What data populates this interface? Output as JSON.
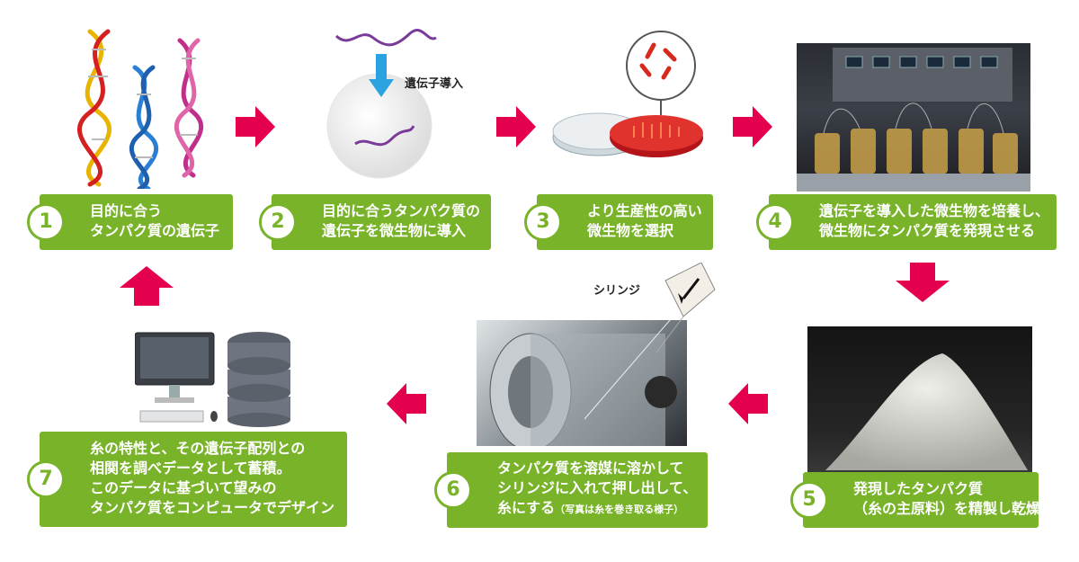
{
  "colors": {
    "step_box": "#79b32a",
    "arrow": "#e4004f",
    "number_text": "#79b32a"
  },
  "steps": [
    {
      "num": "1",
      "lines": [
        "目的に合う",
        "タンパク質の遺伝子"
      ]
    },
    {
      "num": "2",
      "lines": [
        "目的に合うタンパク質の",
        "遺伝子を微生物に導入"
      ]
    },
    {
      "num": "3",
      "lines": [
        "より生産性の高い",
        "微生物を選択"
      ]
    },
    {
      "num": "4",
      "lines": [
        "遺伝子を導入した微生物を培養し、",
        "微生物にタンパク質を発現させる"
      ]
    },
    {
      "num": "5",
      "lines": [
        "発現したタンパク質",
        "（糸の主原料）を精製し乾燥"
      ]
    },
    {
      "num": "6",
      "lines": [
        "タンパク質を溶媒に溶かして",
        "シリンジに入れて押し出して、",
        "糸にする"
      ],
      "note": "（写真は糸を巻き取る様子）"
    },
    {
      "num": "7",
      "lines": [
        "糸の特性と、その遺伝子配列との",
        "相関を調べデータとして蓄積。",
        "このデータに基づいて望みの",
        "タンパク質をコンピュータでデザイン"
      ]
    }
  ],
  "labels": {
    "gene_intro": "遺伝子導入",
    "syringe": "シリンジ"
  },
  "icons": [
    "dna-helix-icon",
    "gene-insertion-icon",
    "petri-dish-icon",
    "bioreactor-photo",
    "protein-powder-photo",
    "spinning-machine-photo",
    "computer-database-icon"
  ]
}
